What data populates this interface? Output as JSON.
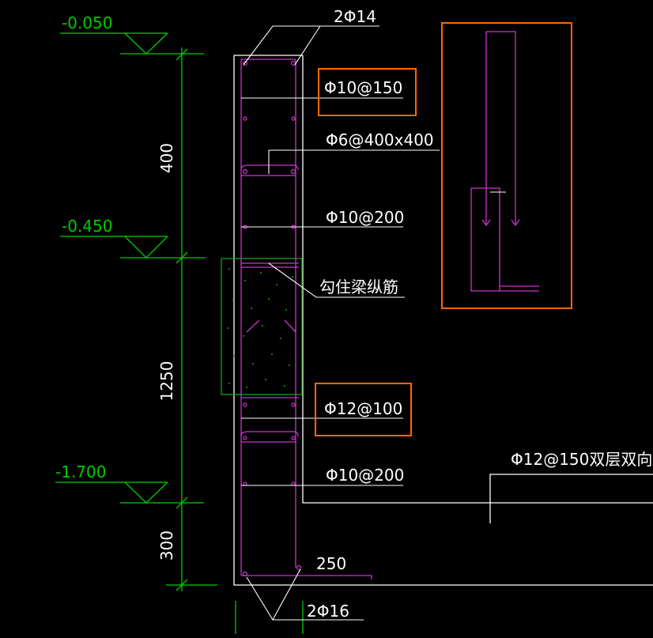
{
  "colors": {
    "background": "#000000",
    "white_line": "#ffffff",
    "green_line": "#00cc00",
    "magenta_rebar": "#cc33cc",
    "orange_highlight": "#ff6a00",
    "hatch_green": "#1a9e1a"
  },
  "levels": [
    {
      "label": "-0.050"
    },
    {
      "label": "-0.450"
    },
    {
      "label": "-1.700"
    }
  ],
  "dimensions": [
    {
      "label": "400"
    },
    {
      "label": "1250"
    },
    {
      "label": "300"
    }
  ],
  "rebar_labels": {
    "top_bars": "2Φ14",
    "stirrup_upper": "Φ10@150",
    "tie_bar": "Φ6@400x400",
    "stirrup_mid": "Φ10@200",
    "hook_note": "勾住梁纵筋",
    "stirrup_beam": "Φ12@100",
    "stirrup_lower": "Φ10@200",
    "slab_reinf": "Φ12@150双层双向",
    "width": "250",
    "bottom_bars": "2Φ16"
  }
}
